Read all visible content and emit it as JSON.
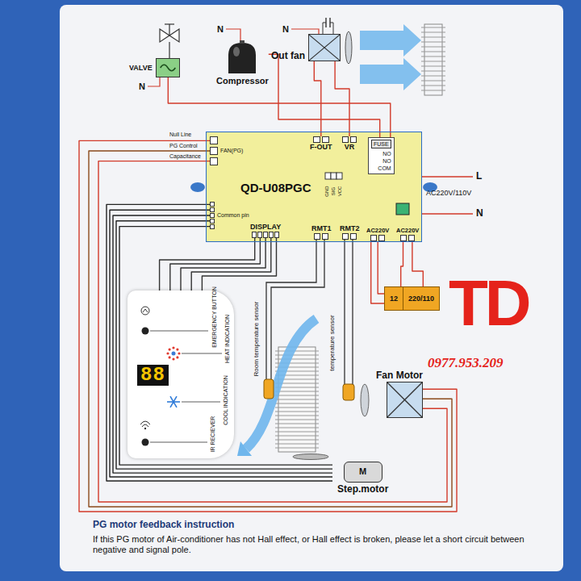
{
  "diagram": {
    "nodes": [
      {
        "text": [
          "VALVE"
        ]
      },
      {
        "text": [
          "Compressor"
        ]
      },
      {
        "text": [
          "Out fan"
        ]
      },
      {
        "text": [
          "QD-U08PGC"
        ]
      },
      {
        "text": [
          "FAN(PG)"
        ],
        "in": 3
      },
      {
        "text": [
          "F-OUT"
        ],
        "in": 3
      },
      {
        "text": [
          "VR"
        ],
        "in": 3
      },
      {
        "text": [
          "FUSE",
          "NO",
          "NO",
          "COM"
        ],
        "in": 3
      },
      {
        "text": [
          "Common pin"
        ],
        "in": 3
      },
      {
        "text": [
          "DISPLAY"
        ],
        "in": 3
      },
      {
        "text": [
          "RMT1"
        ],
        "in": 3
      },
      {
        "text": [
          "RMT2"
        ],
        "in": 3
      },
      {
        "text": [
          "AC220V"
        ],
        "in": 3
      },
      {
        "text": [
          "AC220V"
        ],
        "in": 3
      },
      {
        "text": [
          "12",
          "220/110"
        ]
      },
      {
        "text": [
          "EMERGENCY BUTTON",
          "HEAT INDICATION",
          "88",
          "COOL INDICATION",
          "IR RECIEVER"
        ]
      },
      {
        "text": [
          "Fan Motor"
        ]
      },
      {
        "text": [
          "M",
          "Step.motor"
        ]
      }
    ],
    "edges": [
      {
        "from": 0,
        "to": 7,
        "arrow": "none"
      },
      {
        "from": 1,
        "to": 7,
        "arrow": "none"
      },
      {
        "from": 2,
        "to": 5,
        "arrow": "none"
      },
      {
        "from": 2,
        "to": 6,
        "arrow": "none"
      },
      {
        "from": 4,
        "to": 16,
        "arrow": "none"
      },
      {
        "from": 8,
        "to": 17,
        "arrow": "none"
      },
      {
        "from": 9,
        "to": 15,
        "arrow": "none"
      },
      {
        "from": 12,
        "to": 14,
        "arrow": "none"
      },
      {
        "from": 13,
        "to": 14,
        "arrow": "none"
      }
    ],
    "labels": [
      "N",
      "N",
      "N",
      "Null Line",
      "PG Control",
      "Capacitance",
      "GND",
      "SIG",
      "VCC",
      "L",
      "AC220V/110V",
      "N",
      "Room temperature sensor",
      "temperature sensor",
      "TD",
      "0977.953.209",
      "PG motor feedback instruction",
      "If this PG motor of Air-conditioner has not Hall effect, or Hall effect is broken, please let a short circuit between negative and signal pole."
    ]
  }
}
